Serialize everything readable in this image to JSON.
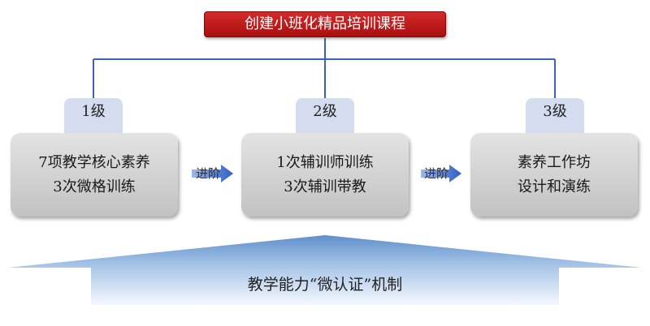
{
  "title": "创建小班化精品培训课程",
  "levels": [
    {
      "tab": "1级",
      "lines": [
        "7项教学核心素养",
        "3次微格训练"
      ]
    },
    {
      "tab": "2级",
      "lines": [
        "1次辅训师训练",
        "3次辅训带教"
      ]
    },
    {
      "tab": "3级",
      "lines": [
        "素养工作坊",
        "设计和演练"
      ]
    }
  ],
  "arrows": [
    {
      "label": "进阶"
    },
    {
      "label": "进阶"
    }
  ],
  "foundation": "教学能力“微认证”机制",
  "colors": {
    "title_bg": "#c01818",
    "connector": "#3a63b8",
    "tab_bg": "#d3ddef",
    "card_bg": "#d2d2d2",
    "arrow": "#3f6fd0",
    "foundation": "#8fb4dc"
  }
}
